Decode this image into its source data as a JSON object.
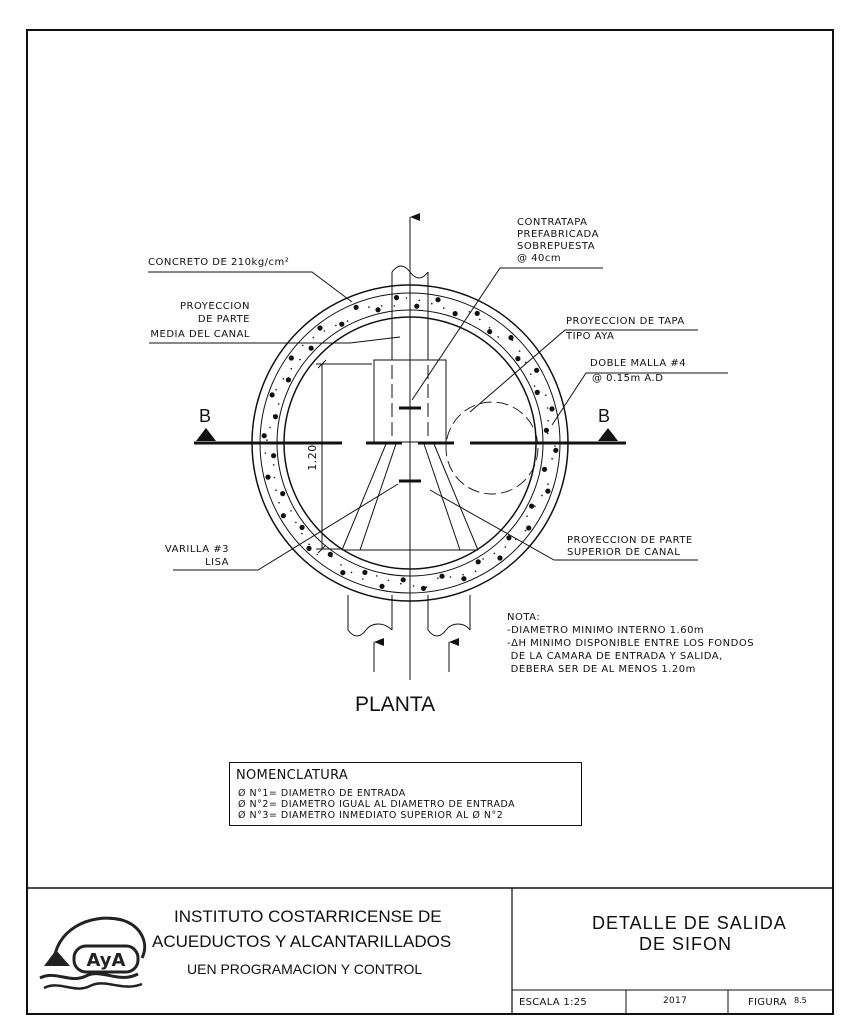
{
  "drawing": {
    "section_mark_left": "B",
    "section_mark_right": "B",
    "dimension_label": "1.20",
    "view_title": "PLANTA",
    "labels": {
      "concreto": "CONCRETO DE 210kg/cm²",
      "contratapa": [
        "CONTRATAPA",
        "PREFABRICADA",
        "SOBREPUESTA",
        "@ 40cm"
      ],
      "proyeccion_media": [
        "PROYECCION",
        "DE PARTE",
        "MEDIA DEL CANAL"
      ],
      "proyeccion_tapa": [
        "PROYECCION DE TAPA",
        "TIPO AYA"
      ],
      "doble_malla": [
        "DOBLE MALLA #4",
        "@ 0.15m A.D"
      ],
      "varilla": [
        "VARILLA #3",
        "LISA"
      ],
      "proyeccion_superior": [
        "PROYECCION DE PARTE",
        "SUPERIOR DE CANAL"
      ]
    },
    "nota": {
      "heading": "NOTA:",
      "lines": [
        "-DIAMETRO MINIMO INTERNO 1.60m",
        "-ΔH MINIMO DISPONIBLE ENTRE LOS FONDOS",
        " DE LA CAMARA DE ENTRADA Y SALIDA,",
        " DEBERA SER DE AL MENOS 1.20m"
      ]
    },
    "nomenclatura": {
      "heading": "NOMENCLATURA",
      "lines": [
        "Ø N°1= DIAMETRO DE ENTRADA",
        "Ø N°2= DIAMETRO IGUAL AL DIAMETRO DE ENTRADA",
        "Ø N°3= DIAMETRO INMEDIATO SUPERIOR AL Ø N°2"
      ]
    }
  },
  "title_block": {
    "logo_text": "AyA",
    "institution_line1": "INSTITUTO COSTARRICENSE DE",
    "institution_line2": "ACUEDUCTOS Y ALCANTARILLADOS",
    "department": "UEN PROGRAMACION Y CONTROL",
    "sheet_title_line1": "DETALLE DE SALIDA",
    "sheet_title_line2": "DE SIFON",
    "scale": "ESCALA 1:25",
    "year": "2017",
    "figure_label": "FIGURA",
    "figure_number": "8.5"
  }
}
